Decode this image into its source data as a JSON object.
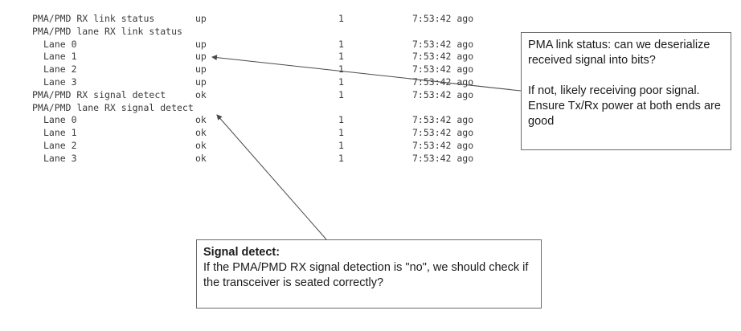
{
  "terminal": {
    "rows": [
      {
        "label": "PMA/PMD RX link status",
        "indent": false,
        "value": "up",
        "count": "1",
        "time": "7:53:42 ago"
      },
      {
        "label": "PMA/PMD lane RX link status",
        "indent": false,
        "value": "",
        "count": "",
        "time": ""
      },
      {
        "label": "Lane 0",
        "indent": true,
        "value": "up",
        "count": "1",
        "time": "7:53:42 ago"
      },
      {
        "label": "Lane 1",
        "indent": true,
        "value": "up",
        "count": "1",
        "time": "7:53:42 ago"
      },
      {
        "label": "Lane 2",
        "indent": true,
        "value": "up",
        "count": "1",
        "time": "7:53:42 ago"
      },
      {
        "label": "Lane 3",
        "indent": true,
        "value": "up",
        "count": "1",
        "time": "7:53:42 ago"
      },
      {
        "label": "PMA/PMD RX signal detect",
        "indent": false,
        "value": "ok",
        "count": "1",
        "time": "7:53:42 ago"
      },
      {
        "label": "PMA/PMD lane RX signal detect",
        "indent": false,
        "value": "",
        "count": "",
        "time": ""
      },
      {
        "label": "Lane 0",
        "indent": true,
        "value": "ok",
        "count": "1",
        "time": "7:53:42 ago"
      },
      {
        "label": "Lane 1",
        "indent": true,
        "value": "ok",
        "count": "1",
        "time": "7:53:42 ago"
      },
      {
        "label": "Lane 2",
        "indent": true,
        "value": "ok",
        "count": "1",
        "time": "7:53:42 ago"
      },
      {
        "label": "Lane 3",
        "indent": true,
        "value": "ok",
        "count": "1",
        "time": "7:53:42 ago"
      }
    ]
  },
  "callouts": {
    "pma_link": {
      "line1": "PMA link status: can we deserialize received signal into bits?",
      "line2": "If not, likely receiving poor signal. Ensure Tx/Rx power at both ends are good"
    },
    "signal_detect": {
      "title": "Signal detect:",
      "body": "If the PMA/PMD RX signal detection is \"no\", we should check if the transceiver is seated correctly?"
    }
  },
  "colors": {
    "terminal_text": "#3a3a3a",
    "callout_border": "#6b6b6b",
    "arrow": "#4a4a4a"
  }
}
